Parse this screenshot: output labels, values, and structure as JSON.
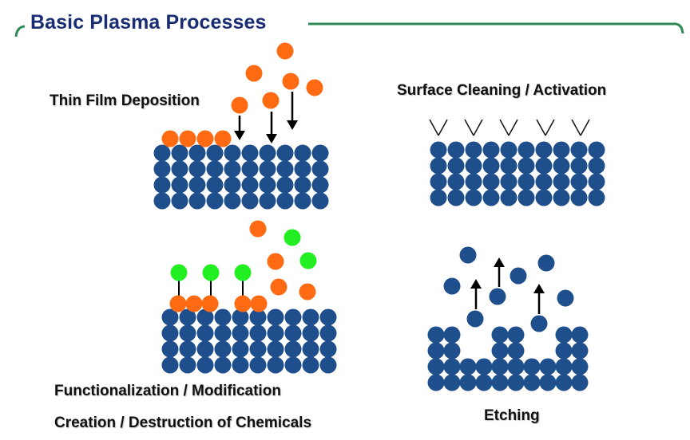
{
  "title": "Basic Plasma Processes",
  "labels": {
    "deposition": "Thin Film Deposition",
    "cleaning": "Surface Cleaning / Activation",
    "functionalization": "Functionalization / Modification",
    "creation": "Creation / Destruction of Chemicals",
    "etching": "Etching"
  },
  "colors": {
    "title": "#1a2c73",
    "frame_line": "#2e8b57",
    "substrate_atom": "#1f4e8c",
    "orange_particle": "#ff6a13",
    "green_group": "#22ee22",
    "arrow": "#000000"
  }
}
